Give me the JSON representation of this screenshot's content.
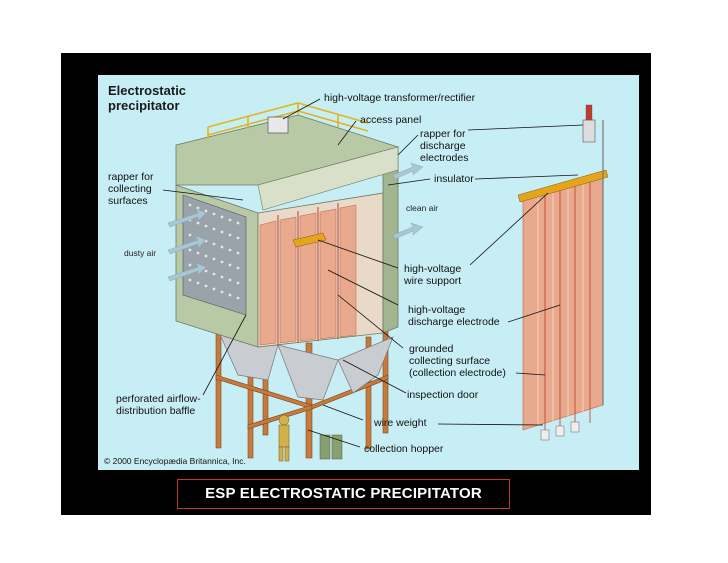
{
  "title": "Electrostatic\nprecipitator",
  "labels": {
    "transformer": "high-voltage transformer/rectifier",
    "access_panel": "access panel",
    "rapper_discharge": "rapper for\ndischarge\nelectrodes",
    "insulator": "insulator",
    "rapper_collecting": "rapper for\ncollecting\nsurfaces",
    "clean_air": "clean air",
    "dusty_air": "dusty air",
    "wire_support": "high-voltage\nwire support",
    "discharge_electrode": "high-voltage\ndischarge electrode",
    "collecting_surface": "grounded\ncollecting surface\n(collection electrode)",
    "baffle": "perforated airflow-\ndistribution baffle",
    "inspection_door": "inspection door",
    "wire_weight": "wire weight",
    "hopper": "collection hopper"
  },
  "copyright": "© 2000 Encyclopædia Britannica, Inc.",
  "caption": "ESP ELECTROSTATIC PRECIPITATOR",
  "colors": {
    "background": "#c8eef5",
    "slide": "#000000",
    "caption_border": "#c0392b",
    "housing": "#b8c9a5",
    "electrode": "#e8a98c",
    "legs": "#c77a3e"
  }
}
